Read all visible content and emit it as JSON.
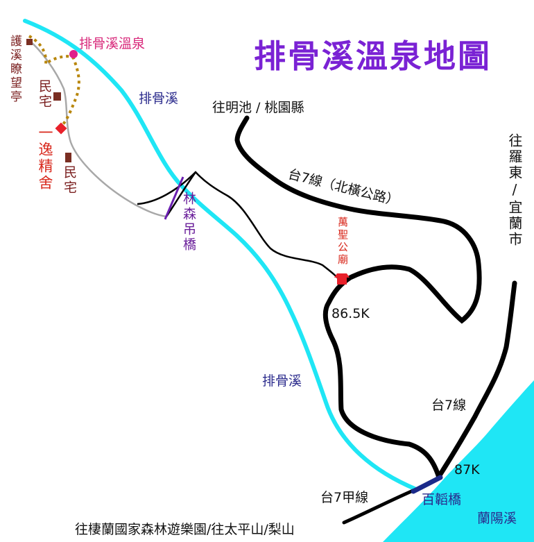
{
  "title": "排骨溪溫泉地圖",
  "colors": {
    "title": "#7a22d4",
    "river": "#1fe6f5",
    "road": "#000000",
    "trail": "#a8a8a8",
    "dotted_trail": "#b8860b",
    "hot_spring": "#e0218a",
    "house": "#7a2e22",
    "inn": "#e8202a",
    "temple": "#e8202a",
    "bridge": "#6a1fb0",
    "bridge_bai": "#1b2a8a",
    "road_label": "#111111",
    "river_label": "#2a2a8c",
    "red_label": "#d8281c",
    "maroon_label": "#7a1f1f",
    "purple_label": "#6a1f9a",
    "pink_label": "#d8287a"
  },
  "labels": {
    "hot_spring": "排骨溪溫泉",
    "watch_pavilion": "護溪瞭望亭",
    "minsu_1": "民宅",
    "minsu_2": "民宅",
    "yijingshe": "一逸精舍",
    "river_top": "排骨溪",
    "river_mid": "排骨溪",
    "forest_bridge": "林森吊橋",
    "to_mingchi": "往明池 / 桃園縣",
    "to_luodong": "往羅東/宜蘭市",
    "route7_north": "台7線（北橫公路）",
    "temple": "萬聖公廟",
    "km_865": "86.5K",
    "route7": "台7線",
    "km_87": "87K",
    "route7a": "台7甲線",
    "baitao_bridge": "百韜橋",
    "lanyang_river": "蘭陽溪",
    "to_taipingshan": "往棲蘭國家森林遊樂園/往太平山/梨山"
  },
  "icons": {
    "hot_spring": "pink-dot-icon",
    "house": "house-square-icon",
    "inn": "red-diamond-icon",
    "temple": "temple-icon"
  }
}
